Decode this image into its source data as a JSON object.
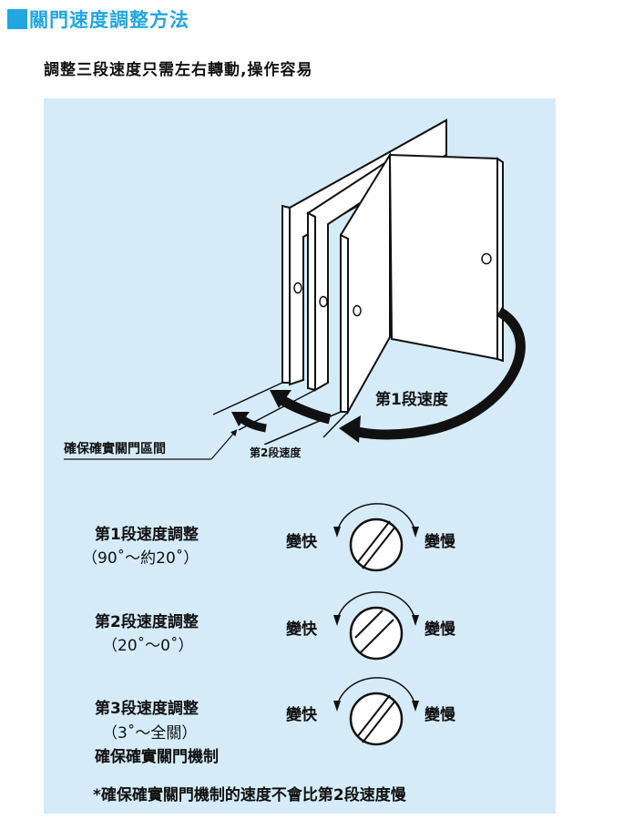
{
  "header": {
    "title": "關門速度調整方法",
    "subtitle": "調整三段速度只需左右轉動,操作容易"
  },
  "diagram": {
    "speed1_label": "第1段速度",
    "speed2_label": "第2段速度",
    "latch_zone_label": "確保確實關門區間"
  },
  "adjustments": [
    {
      "title": "第1段速度調整",
      "range": "（90˚～約20˚）",
      "extra": "",
      "faster": "變快",
      "slower": "變慢"
    },
    {
      "title": "第2段速度調整",
      "range": "（20˚～0˚）",
      "extra": "",
      "faster": "變快",
      "slower": "變慢"
    },
    {
      "title": "第3段速度調整",
      "range": "（3˚～全關）",
      "extra": "確保確實關門機制",
      "faster": "變快",
      "slower": "變慢"
    }
  ],
  "footnote": "*確保確實關門機制的速度不會比第2段速度慢",
  "colors": {
    "accent": "#22a6e0",
    "panel": "#d5ecf8"
  },
  "icons": [
    "square-bullet-icon",
    "door-illustration",
    "speed-arrow-icon",
    "adjust-dial-icon"
  ]
}
